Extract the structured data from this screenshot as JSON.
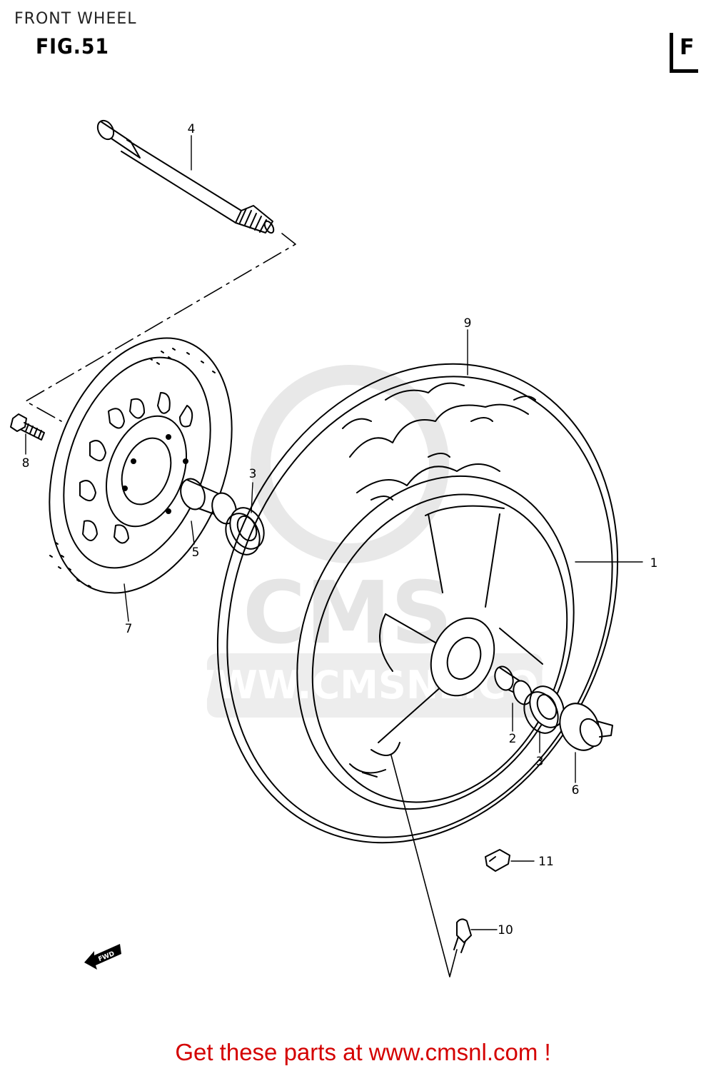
{
  "header": {
    "title": "FRONT WHEEL",
    "figure": "FIG.51"
  },
  "watermark": {
    "logo_text": "CMS",
    "url_text": "WWW.CMSNL.COM"
  },
  "fwd_arrow_label": "FWD",
  "callouts": {
    "c1": "1",
    "c2": "2",
    "c3a": "3",
    "c3b": "3",
    "c4": "4",
    "c5": "5",
    "c6": "6",
    "c7": "7",
    "c8": "8",
    "c9": "9",
    "c10": "10",
    "c11": "11"
  },
  "footer": {
    "text": "Get these parts at www.cmsnl.com !",
    "color": "#d40000"
  }
}
